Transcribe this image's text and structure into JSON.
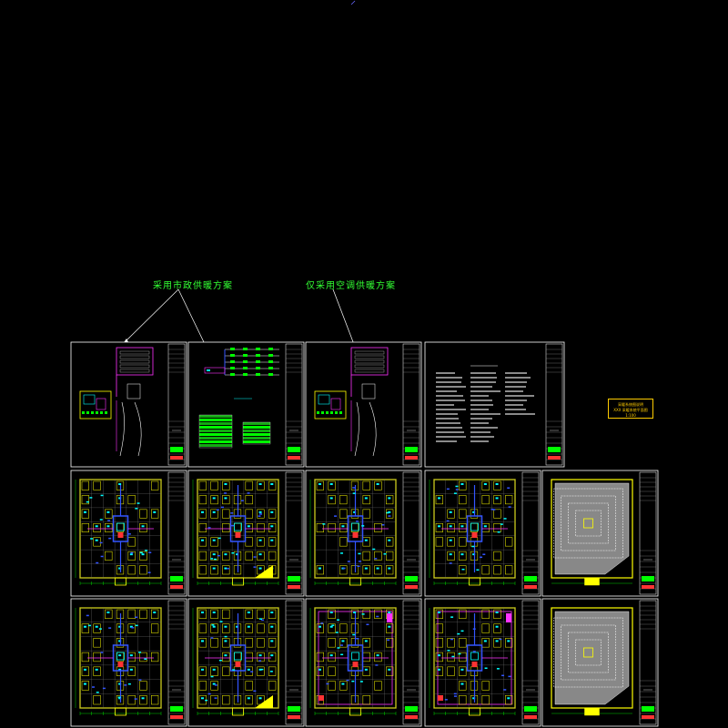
{
  "annotations": {
    "left_label": "采用市政供暖方案",
    "right_label": "仅采用空调供暖方案"
  },
  "legend": {
    "line1": "采暖系统图说明",
    "line2": "XXX 采暖系统平面图 1:100"
  },
  "colors": {
    "background": "#000000",
    "sheet_border": "#ffffff",
    "label": "#33ff33",
    "leader": "#ffffff",
    "legend": "#ffcc00",
    "wall": "#ffff00",
    "pipe_blue": "#3355ff",
    "pipe_magenta": "#ff33ff",
    "pipe_cyan": "#00ffff",
    "green": "#00ff00",
    "red": "#ff3333",
    "gray_fill": "#888888"
  },
  "sheets": [
    {
      "id": "r1c1",
      "kind": "system-diagram"
    },
    {
      "id": "r1c2",
      "kind": "riser-table"
    },
    {
      "id": "r1c3",
      "kind": "system-diagram"
    },
    {
      "id": "r1c4",
      "kind": "text-notes"
    },
    {
      "id": "r2c1",
      "kind": "floor-plan"
    },
    {
      "id": "r2c2",
      "kind": "floor-plan-dense"
    },
    {
      "id": "r2c3",
      "kind": "floor-plan"
    },
    {
      "id": "r2c4",
      "kind": "floor-plan"
    },
    {
      "id": "r2c5",
      "kind": "roof-plan"
    },
    {
      "id": "r3c1",
      "kind": "floor-plan"
    },
    {
      "id": "r3c2",
      "kind": "floor-plan-dense"
    },
    {
      "id": "r3c3",
      "kind": "floor-plan"
    },
    {
      "id": "r3c4",
      "kind": "floor-plan"
    },
    {
      "id": "r3c5",
      "kind": "roof-plan"
    }
  ]
}
